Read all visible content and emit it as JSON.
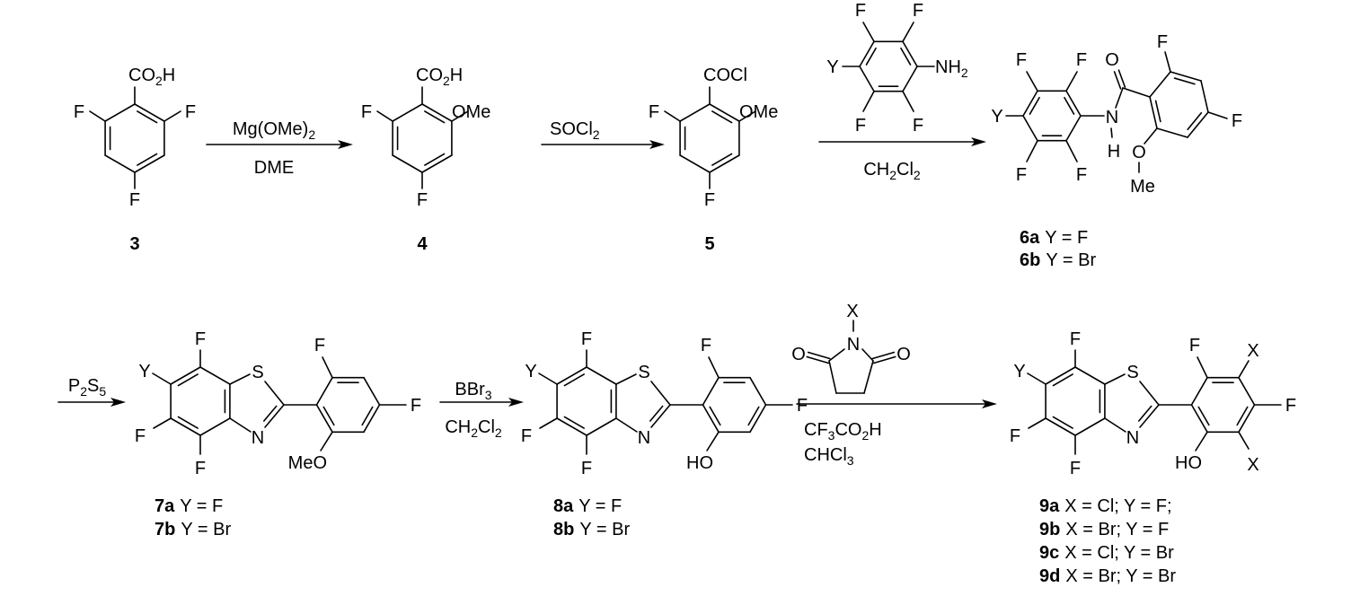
{
  "steps": [
    {
      "above": "Mg(OMe)2",
      "below": "DME"
    },
    {
      "above": "SOCl2"
    },
    {
      "below": "CH2Cl2"
    },
    {
      "above": "P2S5"
    },
    {
      "above": "BBr3",
      "below": "CH2Cl2"
    },
    {
      "below": [
        "CF3CO2H",
        "CHCl3"
      ]
    }
  ],
  "c3": {
    "label": "3",
    "top": "CO2H",
    "left": "F",
    "right": "F",
    "bottom": "F"
  },
  "c4": {
    "label": "4",
    "top": "CO2H",
    "left": "F",
    "right": "OMe",
    "bottom": "F"
  },
  "c5": {
    "label": "5",
    "top": "COCl",
    "left": "F",
    "right": "OMe",
    "bottom": "F"
  },
  "aniline": {
    "y": "Y",
    "nh2": "NH2",
    "f": "F"
  },
  "c6": {
    "y": "Y",
    "f": "F",
    "n": "N",
    "h": "H",
    "o": "O",
    "me": "Me",
    "variants": [
      {
        "id": "6a",
        "text": "Y = F"
      },
      {
        "id": "6b",
        "text": "Y = Br"
      }
    ]
  },
  "c7": {
    "y": "Y",
    "f": "F",
    "s": "S",
    "n": "N",
    "o": "MeO",
    "variants": [
      {
        "id": "7a",
        "text": "Y = F"
      },
      {
        "id": "7b",
        "text": "Y = Br"
      }
    ]
  },
  "c8": {
    "y": "Y",
    "f": "F",
    "s": "S",
    "n": "N",
    "o": "HO",
    "variants": [
      {
        "id": "8a",
        "text": "Y = F"
      },
      {
        "id": "8b",
        "text": "Y = Br"
      }
    ]
  },
  "nbs": {
    "x": "X",
    "n": "N",
    "o": "O"
  },
  "c9": {
    "y": "Y",
    "f": "F",
    "s": "S",
    "n": "N",
    "o": "HO",
    "x": "X",
    "variants": [
      {
        "id": "9a",
        "text": "X = Cl; Y = F;"
      },
      {
        "id": "9b",
        "text": "X = Br; Y = F"
      },
      {
        "id": "9c",
        "text": "X = Cl; Y = Br"
      },
      {
        "id": "9d",
        "text": "X = Br; Y = Br"
      }
    ]
  }
}
